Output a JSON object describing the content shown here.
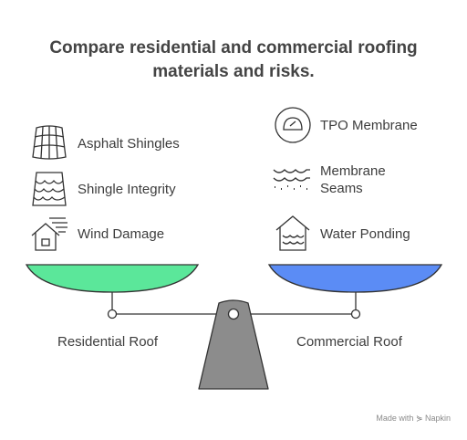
{
  "title_line1": "Compare residential and commercial roofing",
  "title_line2": "materials and risks.",
  "left": {
    "items": [
      {
        "label": "Asphalt Shingles",
        "icon": "roof-tiles-icon"
      },
      {
        "label": "Shingle Integrity",
        "icon": "scale-pattern-icon"
      },
      {
        "label": "Wind Damage",
        "icon": "house-wind-icon"
      }
    ],
    "pan_label": "Residential Roof",
    "pan_color": "#5be79a"
  },
  "right": {
    "items": [
      {
        "label": "TPO Membrane",
        "icon": "membrane-dome-icon"
      },
      {
        "label_line1": "Membrane",
        "label_line2": "Seams",
        "icon": "seam-waves-icon"
      },
      {
        "label": "Water Ponding",
        "icon": "house-water-icon"
      }
    ],
    "pan_label": "Commercial Roof",
    "pan_color": "#5b8cf5"
  },
  "footer": "Made with ⋟ Napkin"
}
